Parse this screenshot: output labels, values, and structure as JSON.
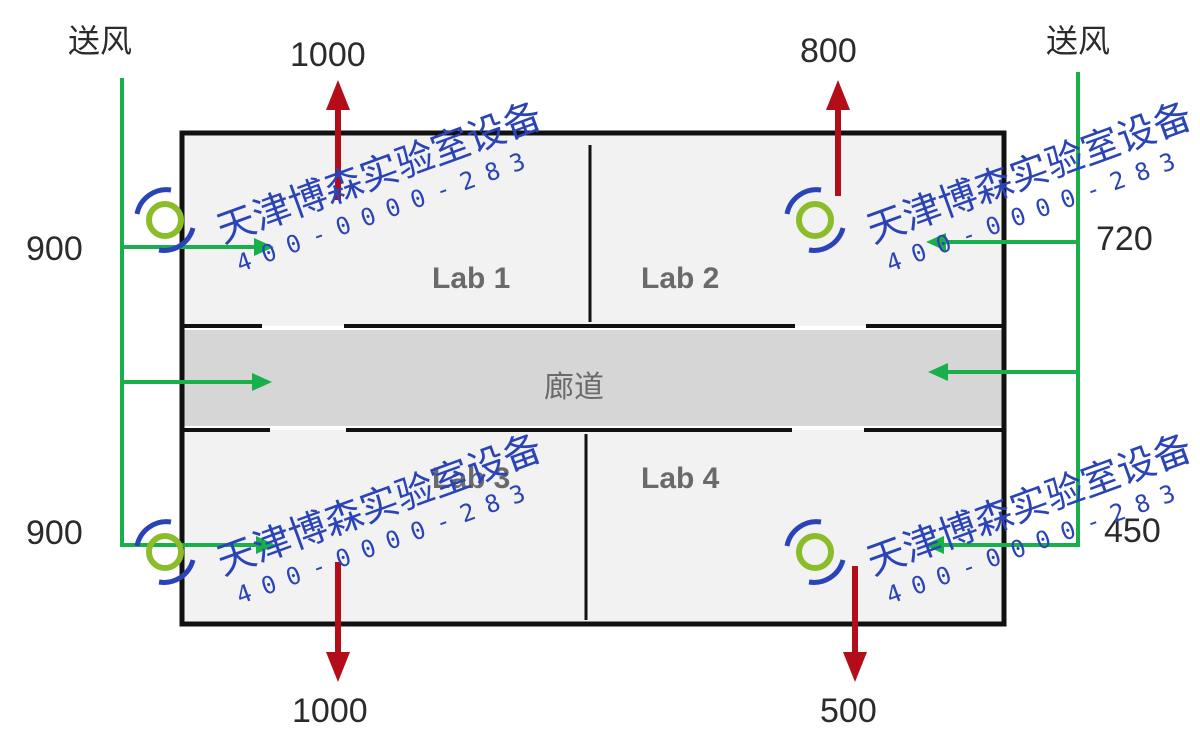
{
  "supply_label_left": "送风",
  "supply_label_right": "送风",
  "rooms": {
    "lab1": "Lab 1",
    "lab2": "Lab 2",
    "lab3": "Lab 3",
    "lab4": "Lab 4",
    "corridor": "廊道"
  },
  "flows": {
    "exhaust_lab1": "1000",
    "exhaust_lab2": "800",
    "exhaust_lab3": "1000",
    "exhaust_lab4": "500",
    "supply_lab1": "900",
    "supply_lab2": "720",
    "supply_lab3": "900",
    "supply_lab4": "450"
  },
  "watermark": {
    "company": "天津博森实验室设备",
    "phone": "400-0000-283"
  },
  "colors": {
    "supply": "#19b04b",
    "exhaust": "#b30d1a",
    "wall": "#111111",
    "room_fill": "#f2f2f2",
    "corridor_fill": "#d6d6d6",
    "watermark": "#2a44b8"
  }
}
